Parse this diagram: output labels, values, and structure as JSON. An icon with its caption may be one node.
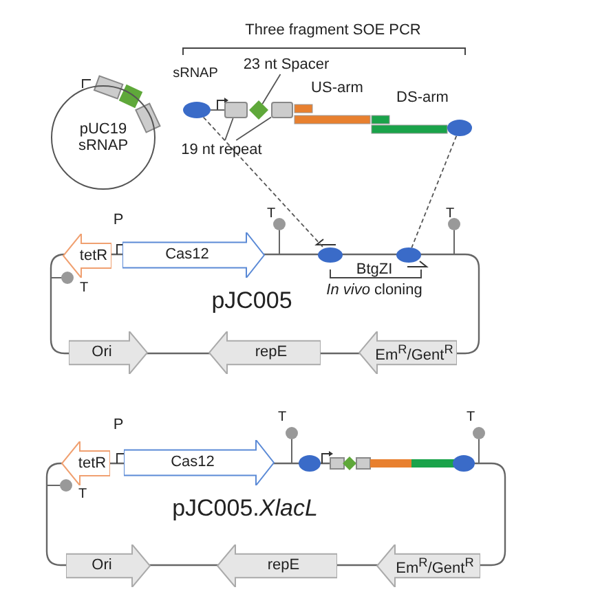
{
  "diagram": {
    "nodes": [
      {
        "text": [
          "pUC19 sRNAP"
        ]
      },
      {
        "text": [],
        "shape": "ellipse"
      },
      {
        "text": [],
        "shape": "box"
      },
      {
        "text": [],
        "shape": "diamond"
      },
      {
        "text": [],
        "shape": "box"
      },
      {
        "text": [],
        "shape": "ellipse"
      },
      {
        "text": [
          "23 nt Spacer"
        ]
      },
      {
        "text": [
          "19 nt repeat"
        ]
      },
      {
        "text": [
          "tetR"
        ]
      },
      {
        "text": [
          "Cas12"
        ]
      },
      {
        "text": [],
        "shape": "ellipse"
      },
      {
        "text": [],
        "shape": "ellipse"
      },
      {
        "text": [
          "Ori"
        ]
      },
      {
        "text": [
          "repE"
        ]
      },
      {
        "text": [
          "Em$^{R}$/Gent$^{R}$"
        ]
      },
      {
        "text": [
          "tetR"
        ]
      },
      {
        "text": [
          "Cas12"
        ]
      },
      {
        "text": [
          "Ori"
        ]
      },
      {
        "text": [
          "repE"
        ]
      },
      {
        "text": [
          "Em$^{R}$/Gent$^{R}$"
        ]
      }
    ],
    "edges": [
      {
        "from": 1,
        "to": 2,
        "arrow": "none"
      },
      {
        "from": 6,
        "to": 3,
        "arrow": "none"
      },
      {
        "from": 7,
        "to": 2,
        "arrow": "none"
      },
      {
        "from": 7,
        "to": 4,
        "arrow": "none"
      },
      {
        "from": 1,
        "to": 10,
        "arrow": "none",
        "style": "dashed"
      },
      {
        "from": 5,
        "to": 11,
        "arrow": "none",
        "style": "dashed"
      }
    ],
    "labels": [
      "Three fragment SOE PCR",
      "sRNAP",
      "US-arm",
      "DS-arm",
      "P",
      "T",
      "T",
      "T",
      "BtgZI",
      "*In vivo* cloning",
      "pJC005",
      "P",
      "T",
      "T",
      "T",
      "pJC005.*XlacL*"
    ]
  }
}
